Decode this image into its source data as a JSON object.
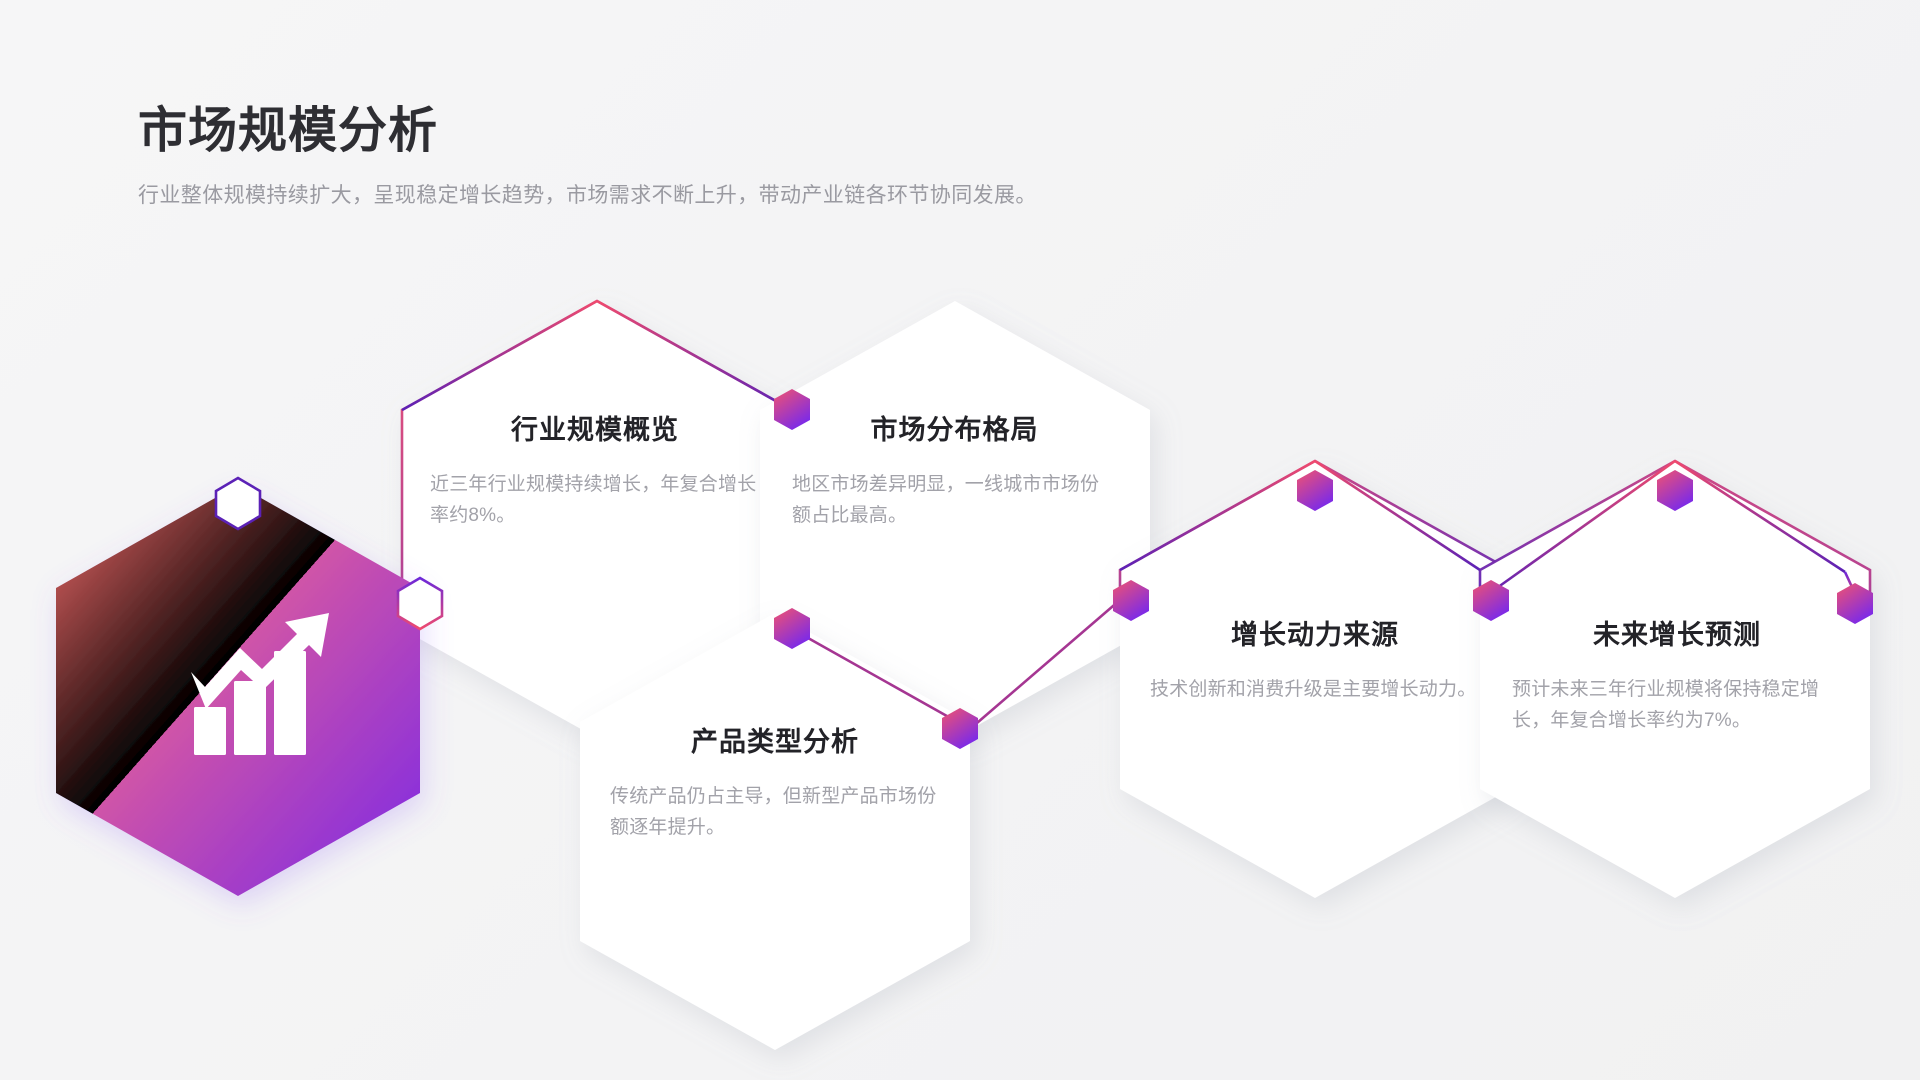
{
  "header": {
    "title": "市场规模分析",
    "subtitle": "行业整体规模持续扩大，呈现稳定增长趋势，市场需求不断上升，带动产业链各环节协同发展。"
  },
  "badge": {
    "icon": "growth-chart-icon",
    "gradient_from": "#f0616d",
    "gradient_to": "#7c2ae8"
  },
  "theme": {
    "background": "#f4f4f5",
    "title_color": "#2e2e33",
    "subtitle_color": "#9a9aa1",
    "card_bg": "#ffffff",
    "card_title_color": "#232328",
    "card_desc_color": "#a2a2a9",
    "accent_pink": "#ef4a6e",
    "accent_purple": "#6d28d9",
    "node_from": "#f0616d",
    "node_to": "#7c2ae8"
  },
  "cards": [
    {
      "id": "industry-scale-overview",
      "title": "行业规模概览",
      "desc": "近三年行业规模持续增长，年复合增长率约8%。"
    },
    {
      "id": "market-distribution",
      "title": "市场分布格局",
      "desc": "地区市场差异明显，一线城市市场份额占比最高。"
    },
    {
      "id": "product-type-analysis",
      "title": "产品类型分析",
      "desc": "传统产品仍占主导，但新型产品市场份额逐年提升。"
    },
    {
      "id": "growth-drivers",
      "title": "增长动力来源",
      "desc": "技术创新和消费升级是主要增长动力。"
    },
    {
      "id": "future-growth-forecast",
      "title": "未来增长预测",
      "desc": "预计未来三年行业规模将保持稳定增长，年复合增长率约为7%。"
    }
  ]
}
